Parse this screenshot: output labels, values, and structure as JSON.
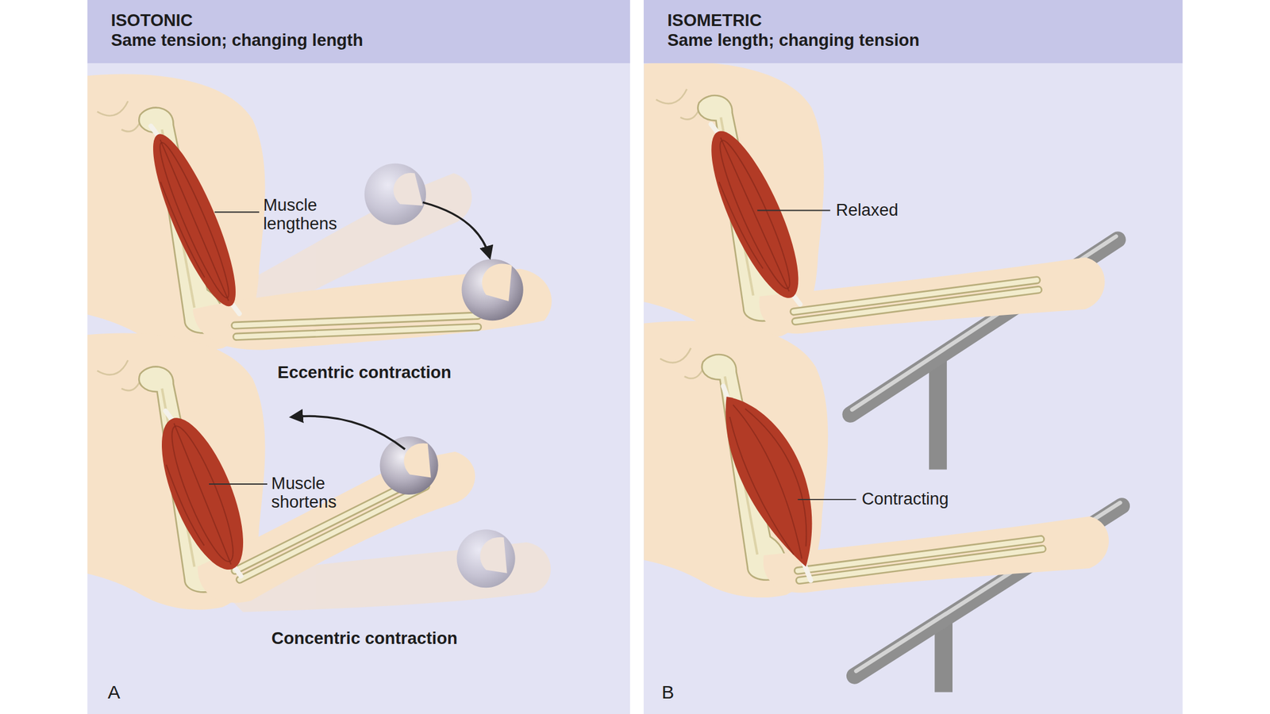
{
  "diagram": {
    "nodes": [
      {
        "text": [
          "ISOTONIC",
          "Same tension; changing length"
        ]
      },
      {
        "text": [
          "ISOMETRIC",
          "Same length; changing tension"
        ]
      }
    ],
    "labels": [
      "Muscle lengthens",
      "Eccentric contraction",
      "Muscle shortens",
      "Concentric contraction",
      "A",
      "Relaxed",
      "Contracting",
      "B"
    ]
  }
}
